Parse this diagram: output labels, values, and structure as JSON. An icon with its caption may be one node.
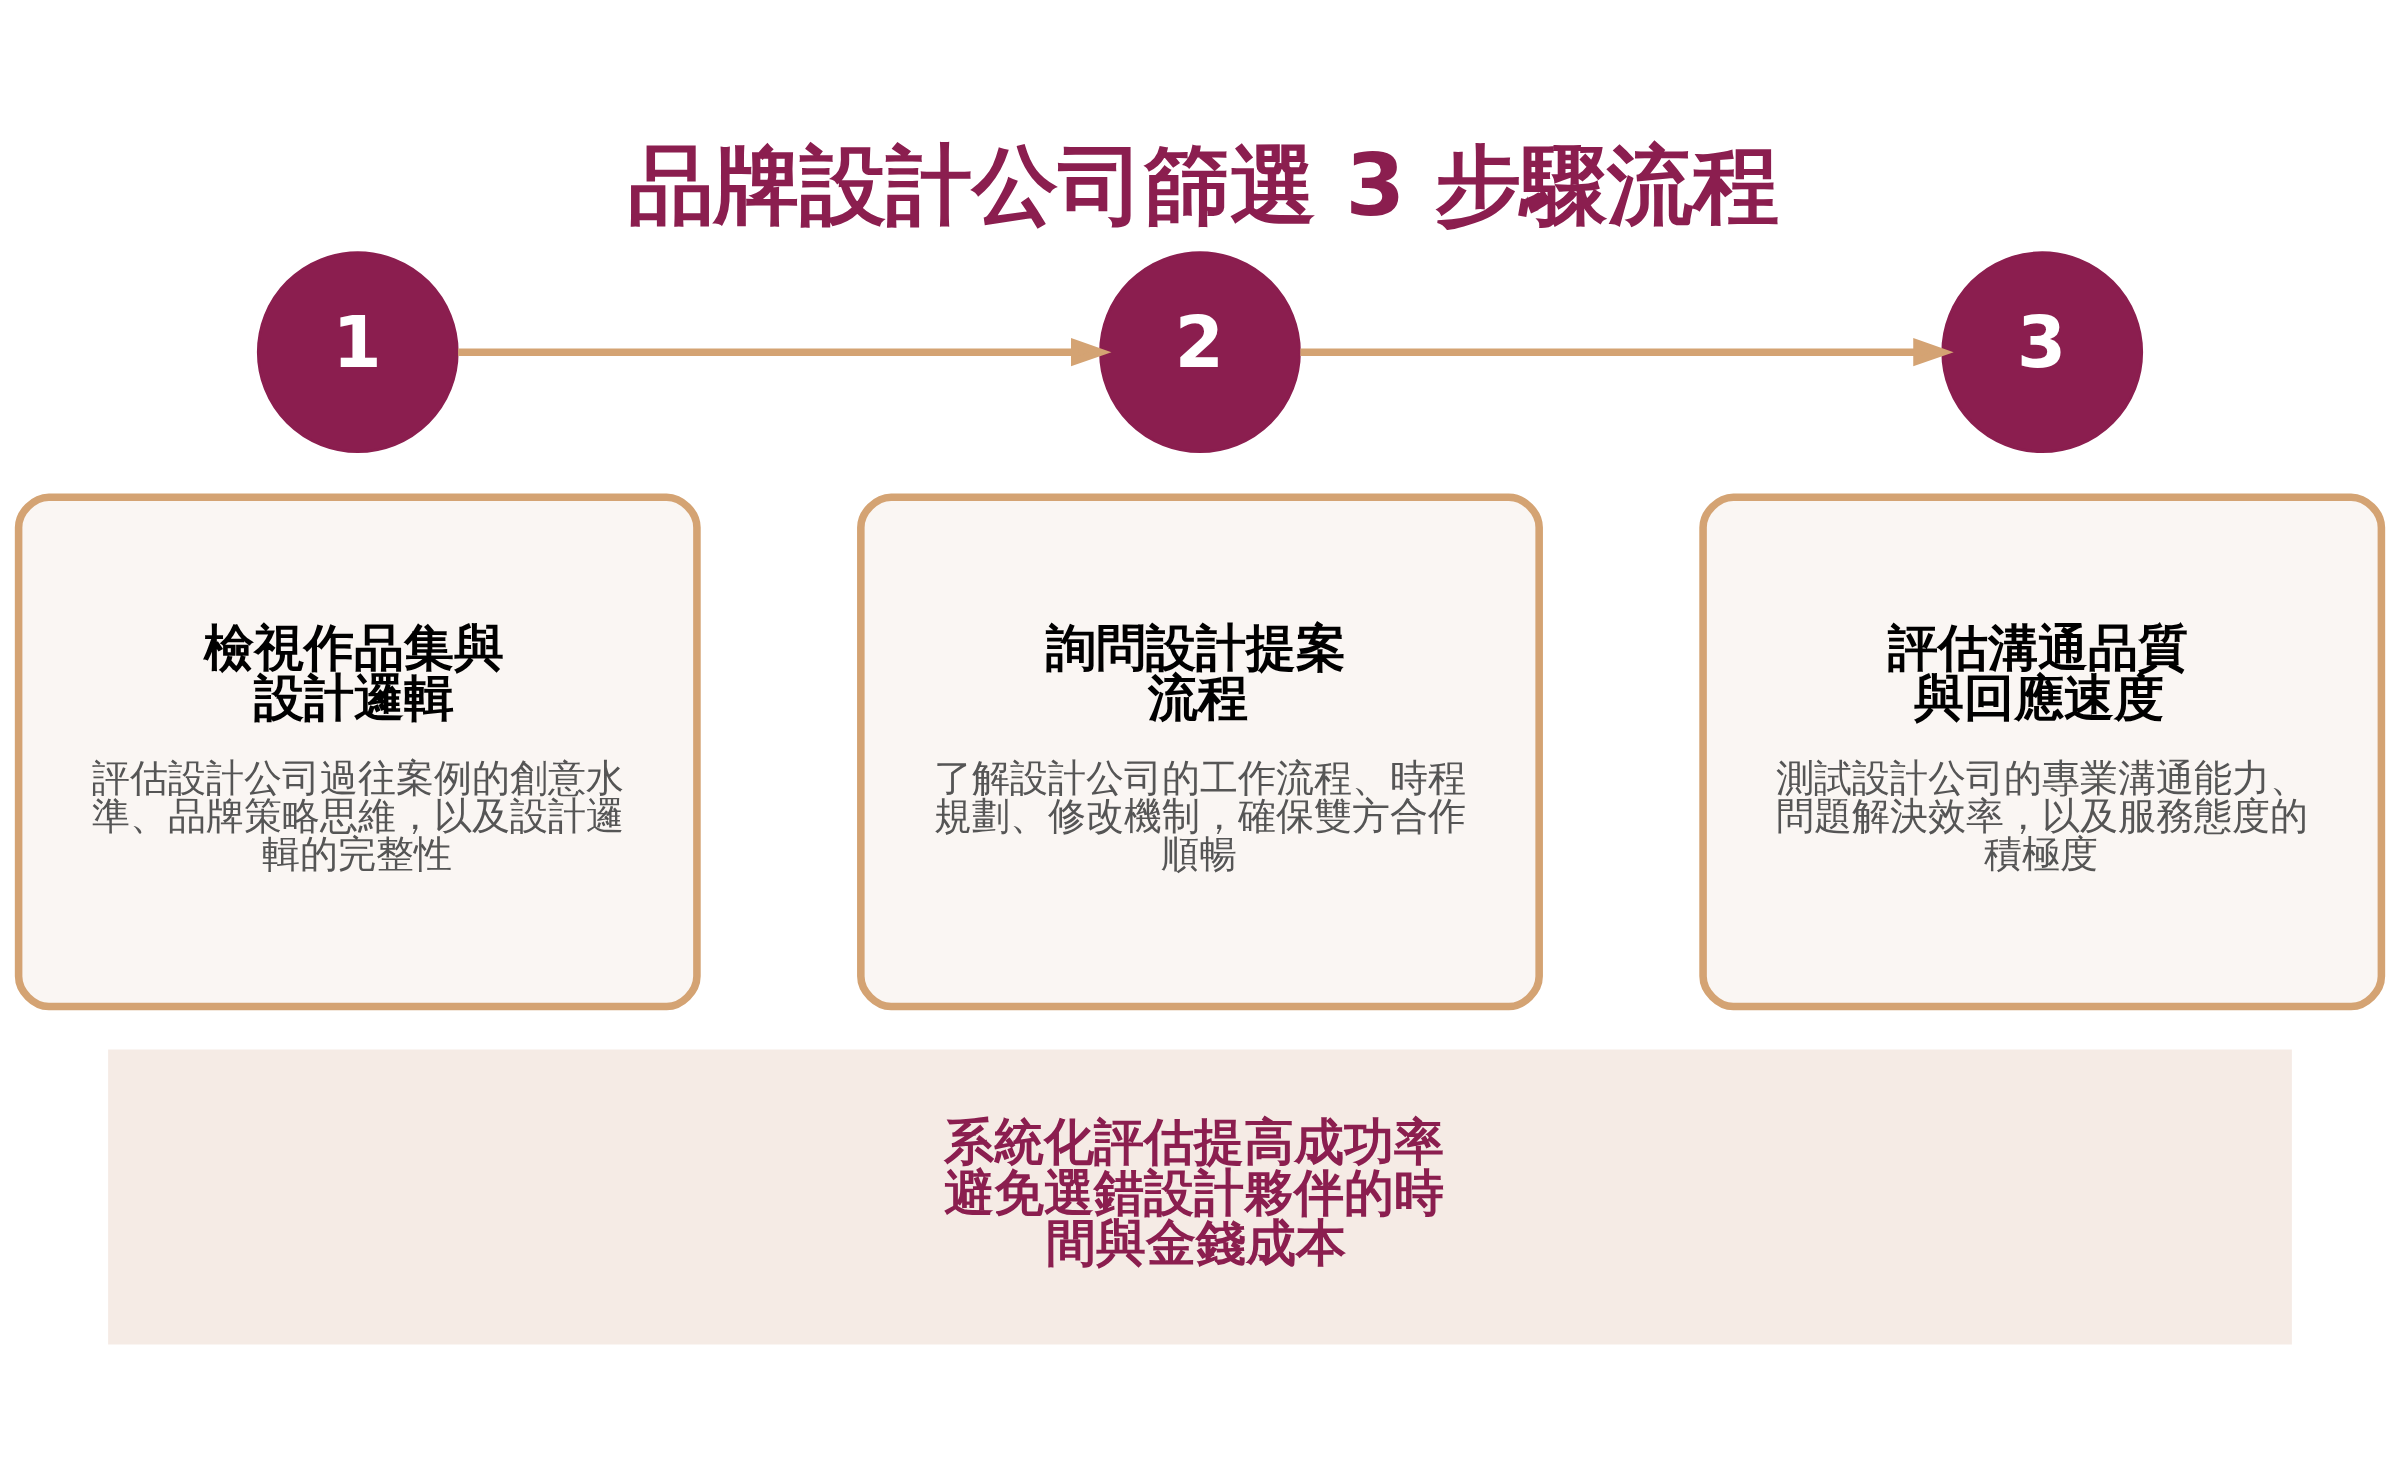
{
  "diagram": {
    "title": "品牌設計公司篩選 3 步驟流程",
    "nodes": [
      {
        "text": [
          "1"
        ]
      },
      {
        "text": [
          "檢視作品集與設計邏輯",
          "評估設計公司過往案例的創意水準、品牌策略思維，以及設計邏輯的完整性"
        ]
      },
      {
        "text": [
          "2"
        ]
      },
      {
        "text": [
          "詢問設計提案流程",
          "了解設計公司的工作流程、時程規劃、修改機制，確保雙方合作順暢"
        ]
      },
      {
        "text": [
          "3"
        ]
      },
      {
        "text": [
          "評估溝通品質與回應速度",
          "測試設計公司的專業溝通能力、問題解決效率，以及服務態度的積極度"
        ]
      },
      {
        "text": [
          "系統化評估提高成功率避免選錯設計夥伴的時間與金錢成本"
        ]
      }
    ],
    "edges": [
      {
        "from": 0,
        "to": 2,
        "arrow": "to"
      },
      {
        "from": 2,
        "to": 4,
        "arrow": "to"
      }
    ]
  }
}
